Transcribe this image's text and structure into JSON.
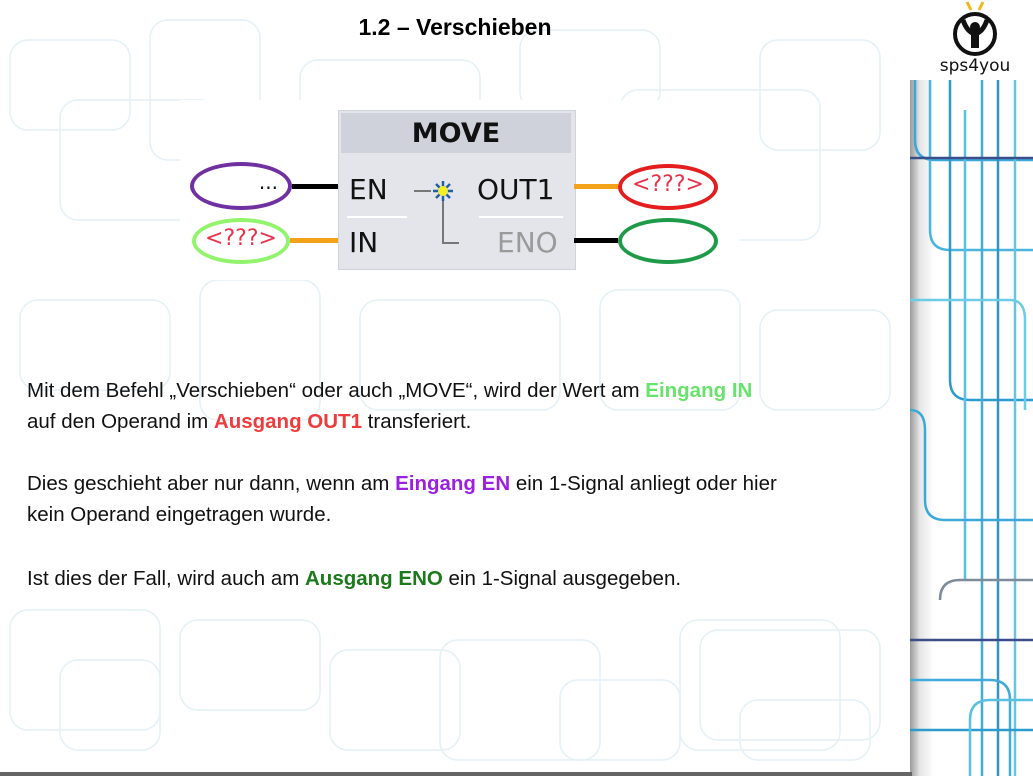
{
  "slide": {
    "title": "1.2 – Verschieben",
    "logo": {
      "icon": "person-plug-icon",
      "text": "sps4you"
    }
  },
  "diagram": {
    "block_name": "MOVE",
    "pins": {
      "en": "EN",
      "in": "IN",
      "out1": "OUT1",
      "eno": "ENO"
    },
    "operands": {
      "en": {
        "label": "...",
        "border_color": "#7030a0"
      },
      "in": {
        "label": "<???>",
        "border_color": "#92f46c"
      },
      "out1": {
        "label": "<???>",
        "border_color": "#e41e1e"
      },
      "eno": {
        "label": "",
        "border_color": "#1f9a48"
      }
    },
    "wire_colors": {
      "bool": "#000000",
      "value": "#f5a21b"
    }
  },
  "paragraphs": [
    {
      "segments": [
        {
          "text": "Mit dem Befehl „Verschieben“ oder auch „MOVE“, wird der Wert am ",
          "color": null
        },
        {
          "text": "Eingang IN",
          "color": "#66e36a"
        }
      ],
      "line2": [
        {
          "text": "auf den Operand im ",
          "color": null
        },
        {
          "text": "Ausgang OUT1",
          "color": "#ef3b3b"
        },
        {
          "text": " transferiert.",
          "color": null
        }
      ]
    },
    {
      "segments": [
        {
          "text": "Dies geschieht aber nur dann, wenn am ",
          "color": null
        },
        {
          "text": "Eingang EN",
          "color": "#9d1fe0"
        },
        {
          "text": " ein 1-Signal anliegt oder hier",
          "color": null
        }
      ],
      "line2": [
        {
          "text": "kein Operand eingetragen wurde.",
          "color": null
        }
      ]
    },
    {
      "segments": [
        {
          "text": "Ist dies der Fall, wird auch am ",
          "color": null
        },
        {
          "text": "Ausgang ENO",
          "color": "#1c7a1c"
        },
        {
          "text": " ein 1-Signal ausgegeben.",
          "color": null
        }
      ]
    }
  ]
}
